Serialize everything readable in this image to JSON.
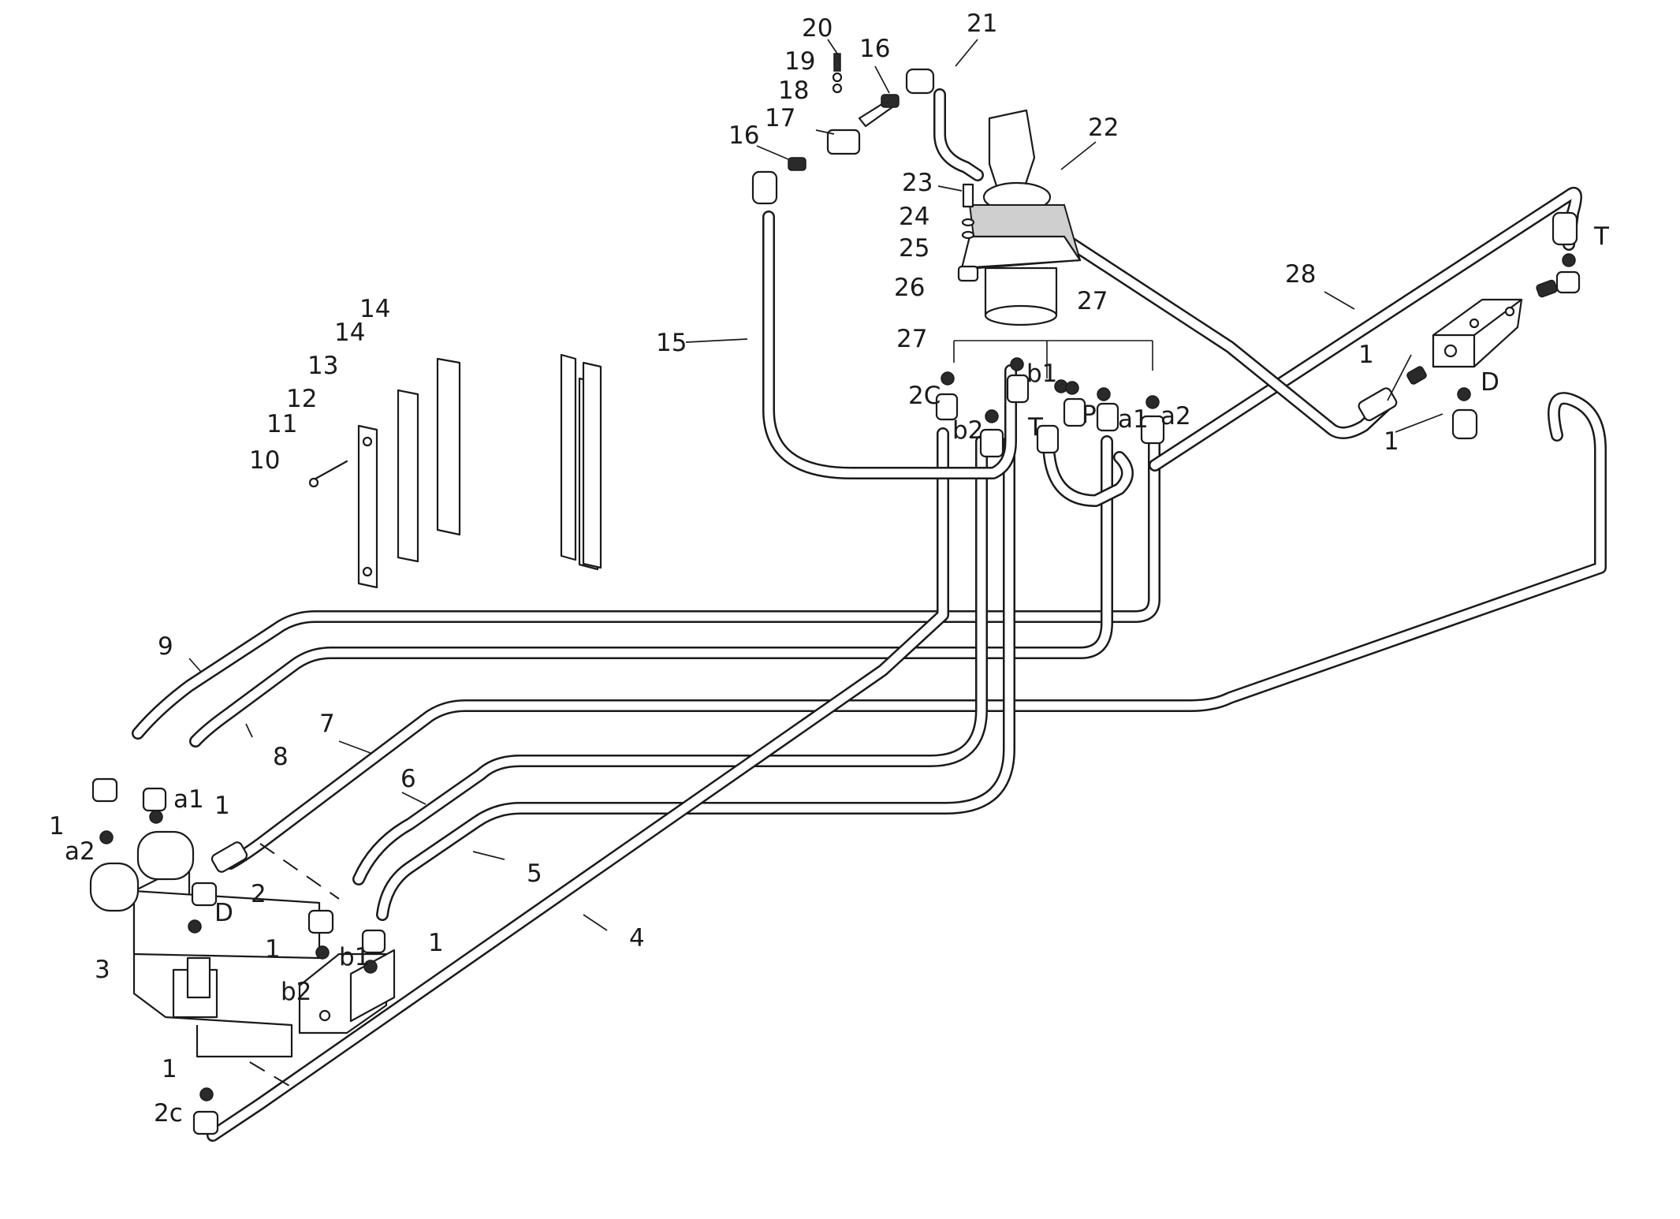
{
  "callouts": [
    {
      "id": "c20",
      "text": "20"
    },
    {
      "id": "c19",
      "text": "19"
    },
    {
      "id": "c16a",
      "text": "16"
    },
    {
      "id": "c21",
      "text": "21"
    },
    {
      "id": "c18",
      "text": "18"
    },
    {
      "id": "c17",
      "text": "17"
    },
    {
      "id": "c16b",
      "text": "16"
    },
    {
      "id": "c22",
      "text": "22"
    },
    {
      "id": "c23",
      "text": "23"
    },
    {
      "id": "c24",
      "text": "24"
    },
    {
      "id": "c25",
      "text": "25"
    },
    {
      "id": "c26",
      "text": "26"
    },
    {
      "id": "cT1",
      "text": "T"
    },
    {
      "id": "c28",
      "text": "28"
    },
    {
      "id": "c27a",
      "text": "27"
    },
    {
      "id": "c27b",
      "text": "27"
    },
    {
      "id": "c15",
      "text": "15"
    },
    {
      "id": "c14a",
      "text": "14"
    },
    {
      "id": "c14b",
      "text": "14"
    },
    {
      "id": "c13",
      "text": "13"
    },
    {
      "id": "c12",
      "text": "12"
    },
    {
      "id": "c11",
      "text": "11"
    },
    {
      "id": "c10",
      "text": "10"
    },
    {
      "id": "cb1top",
      "text": "b1"
    },
    {
      "id": "c2Ctop",
      "text": "2C"
    },
    {
      "id": "cb2top",
      "text": "b2"
    },
    {
      "id": "cTtop",
      "text": "T"
    },
    {
      "id": "cPtop",
      "text": "P"
    },
    {
      "id": "ca1top",
      "text": "a1"
    },
    {
      "id": "ca2top",
      "text": "a2"
    },
    {
      "id": "c1r1",
      "text": "1"
    },
    {
      "id": "cDr",
      "text": "D"
    },
    {
      "id": "c1r2",
      "text": "1"
    },
    {
      "id": "c9",
      "text": "9"
    },
    {
      "id": "c8",
      "text": "8"
    },
    {
      "id": "c7",
      "text": "7"
    },
    {
      "id": "c6",
      "text": "6"
    },
    {
      "id": "c5",
      "text": "5"
    },
    {
      "id": "c4",
      "text": "4"
    },
    {
      "id": "ca1l",
      "text": "a1"
    },
    {
      "id": "c1l1",
      "text": "1"
    },
    {
      "id": "c1l2",
      "text": "1"
    },
    {
      "id": "ca2l",
      "text": "a2"
    },
    {
      "id": "c2",
      "text": "2"
    },
    {
      "id": "cDl",
      "text": "D"
    },
    {
      "id": "c1l3",
      "text": "1"
    },
    {
      "id": "c3",
      "text": "3"
    },
    {
      "id": "cb1l",
      "text": "b1"
    },
    {
      "id": "c1l4",
      "text": "1"
    },
    {
      "id": "cb2l",
      "text": "b2"
    },
    {
      "id": "c1l5",
      "text": "1"
    },
    {
      "id": "c2c",
      "text": "2c"
    }
  ]
}
